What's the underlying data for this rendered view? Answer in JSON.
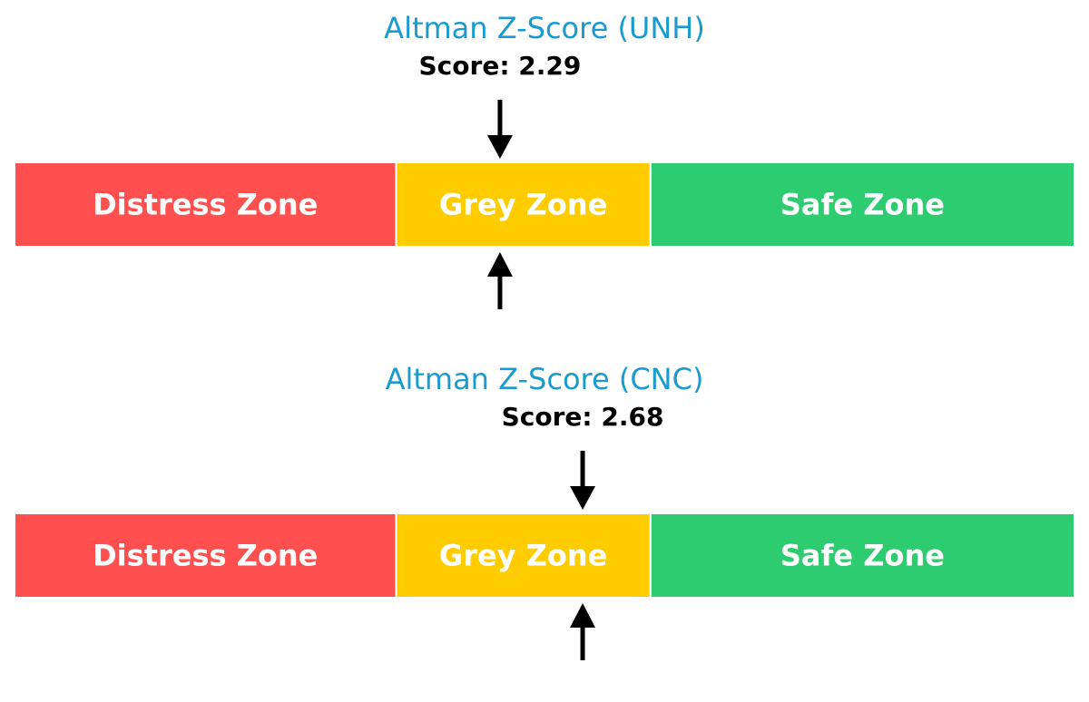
{
  "chart_data": [
    {
      "type": "bar",
      "title": "Altman Z-Score (UNH)",
      "score_text": "Score: 2.29",
      "value": 2.29,
      "xlim": [
        0,
        5
      ],
      "zones": [
        {
          "label": "Distress Zone",
          "from": 0,
          "to": 1.8,
          "color": "#ff4f4f"
        },
        {
          "label": "Grey Zone",
          "from": 1.8,
          "to": 3.0,
          "color": "#ffcc00"
        },
        {
          "label": "Safe Zone",
          "from": 3.0,
          "to": 5.0,
          "color": "#2ecc71"
        }
      ],
      "title_color": "#1a9bd0"
    },
    {
      "type": "bar",
      "title": "Altman Z-Score (CNC)",
      "score_text": "Score: 2.68",
      "value": 2.68,
      "xlim": [
        0,
        5
      ],
      "zones": [
        {
          "label": "Distress Zone",
          "from": 0,
          "to": 1.8,
          "color": "#ff4f4f"
        },
        {
          "label": "Grey Zone",
          "from": 1.8,
          "to": 3.0,
          "color": "#ffcc00"
        },
        {
          "label": "Safe Zone",
          "from": 3.0,
          "to": 5.0,
          "color": "#2ecc71"
        }
      ],
      "title_color": "#1a9bd0"
    }
  ]
}
